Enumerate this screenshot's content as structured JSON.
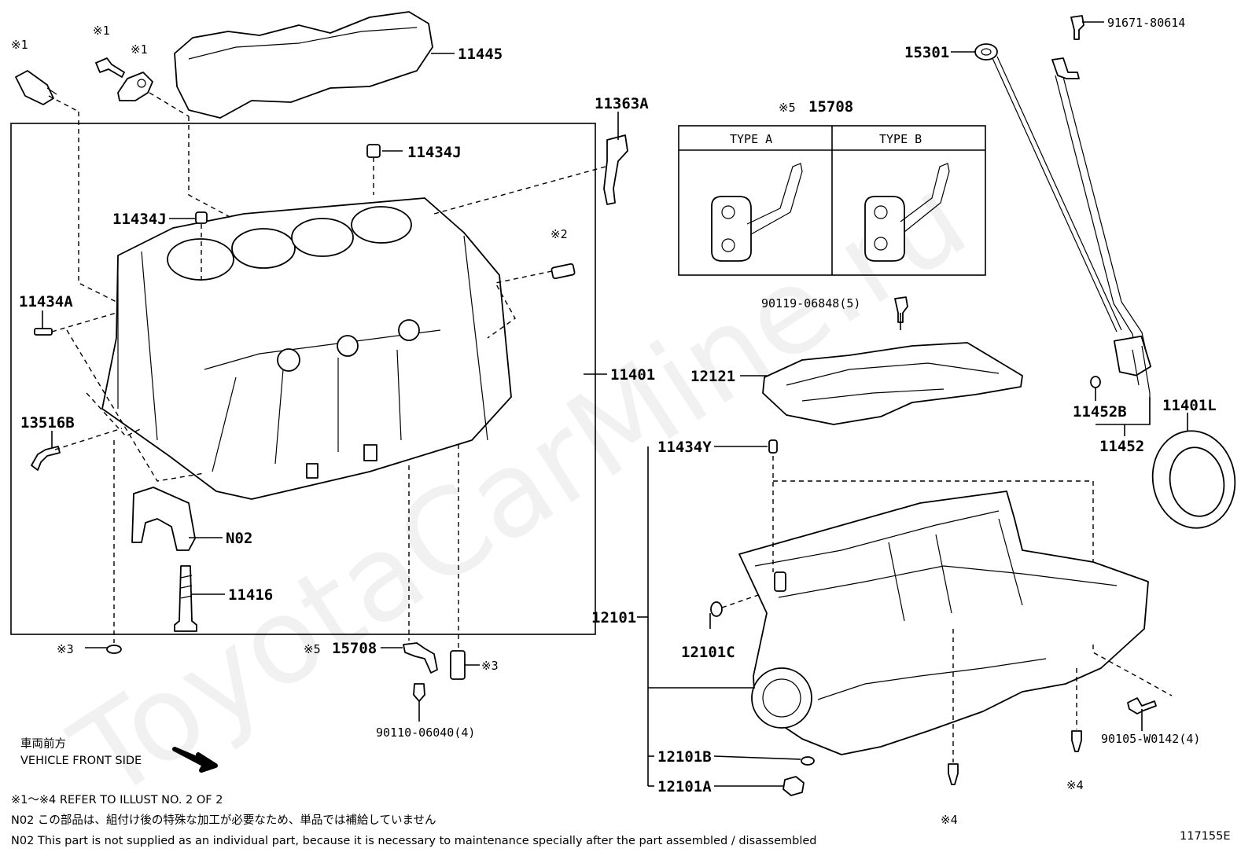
{
  "watermark": "ToyotaCarMine.ru",
  "parts": {
    "p11445": "11445",
    "p11363a": "11363A",
    "p11434j_top": "11434J",
    "p11434j_left": "11434J",
    "p11434a": "11434A",
    "p13516b": "13516B",
    "p11401": "11401",
    "pN02": "N02",
    "p11416": "11416",
    "p15708_main": "15708",
    "p90110": "90110-06040(4)",
    "p15301": "15301",
    "p91671": "91671-80614",
    "p15708_box": "15708",
    "p90119": "90119-06848(5)",
    "p12121": "12121",
    "p11452b": "11452B",
    "p11452": "11452",
    "p11401l": "11401L",
    "p11434y": "11434Y",
    "p12101": "12101",
    "p12101c": "12101C",
    "p12101b": "12101B",
    "p12101a": "12101A",
    "p90105": "90105-W0142(4)"
  },
  "marks": {
    "m1a": "※1",
    "m1b": "※1",
    "m1c": "※1",
    "m2": "※2",
    "m3a": "※3",
    "m3b": "※3",
    "m4a": "※4",
    "m4b": "※4",
    "m5a": "※5",
    "m5b": "※5"
  },
  "type_box": {
    "type_a": "TYPE A",
    "type_b": "TYPE B"
  },
  "direction": {
    "jp": "車両前方",
    "en": "VEHICLE FRONT SIDE"
  },
  "notes": {
    "refer": "※1～※4  REFER TO ILLUST NO. 2 OF 2",
    "n02_jp": "N02  この部品は、組付け後の特殊な加工が必要なため、単品では補給していません",
    "n02_en": "N02  This part is not supplied as an individual part, because it is necessary to maintenance specially after the part assembled / disassembled"
  },
  "illustration_id": "117155E"
}
